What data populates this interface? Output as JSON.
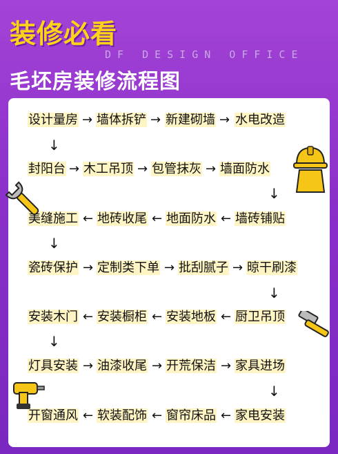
{
  "header": {
    "title": "装修必看",
    "watermark": "DF DESIGN OFFICE",
    "subtitle": "毛坯房装修流程图"
  },
  "rows": [
    {
      "steps": [
        "设计量房",
        "墙体拆铲",
        "新建砌墙",
        "水电改造"
      ],
      "arrows": [
        "→",
        "→",
        "→"
      ]
    },
    {
      "steps": [
        "封阳台",
        "木工吊顶",
        "包管抹灰",
        "墙面防水"
      ],
      "arrows": [
        "→",
        "→",
        "→"
      ]
    },
    {
      "steps": [
        "美缝施工",
        "地砖收尾",
        "地面防水",
        "墙砖铺贴"
      ],
      "arrows": [
        "←",
        "←",
        "←"
      ]
    },
    {
      "steps": [
        "瓷砖保护",
        "定制类下单",
        "批刮腻子",
        "晾干刷漆"
      ],
      "arrows": [
        "→",
        "→",
        "→"
      ]
    },
    {
      "steps": [
        "安装木门",
        "安装橱柜",
        "安装地板",
        "厨卫吊顶"
      ],
      "arrows": [
        "←",
        "←",
        "←"
      ]
    },
    {
      "steps": [
        "灯具安装",
        "油漆收尾",
        "开荒保洁",
        "家具进场"
      ],
      "arrows": [
        "→",
        "→",
        "→"
      ]
    },
    {
      "steps": [
        "开窗通风",
        "软装配饰",
        "窗帘床品",
        "家电安装"
      ],
      "arrows": [
        "←",
        "←",
        "←"
      ]
    }
  ],
  "connectors": [
    "↓",
    "↓",
    "↓",
    "↓",
    "↓",
    "↓"
  ],
  "icons": [
    "hardhat-icon",
    "wrench-icon",
    "hammer-icon",
    "drill-icon"
  ],
  "colors": {
    "title": "#ffd21a",
    "background": "#8a2fc9",
    "highlight": "#fff4c4",
    "tool_yellow": "#f5c518"
  }
}
